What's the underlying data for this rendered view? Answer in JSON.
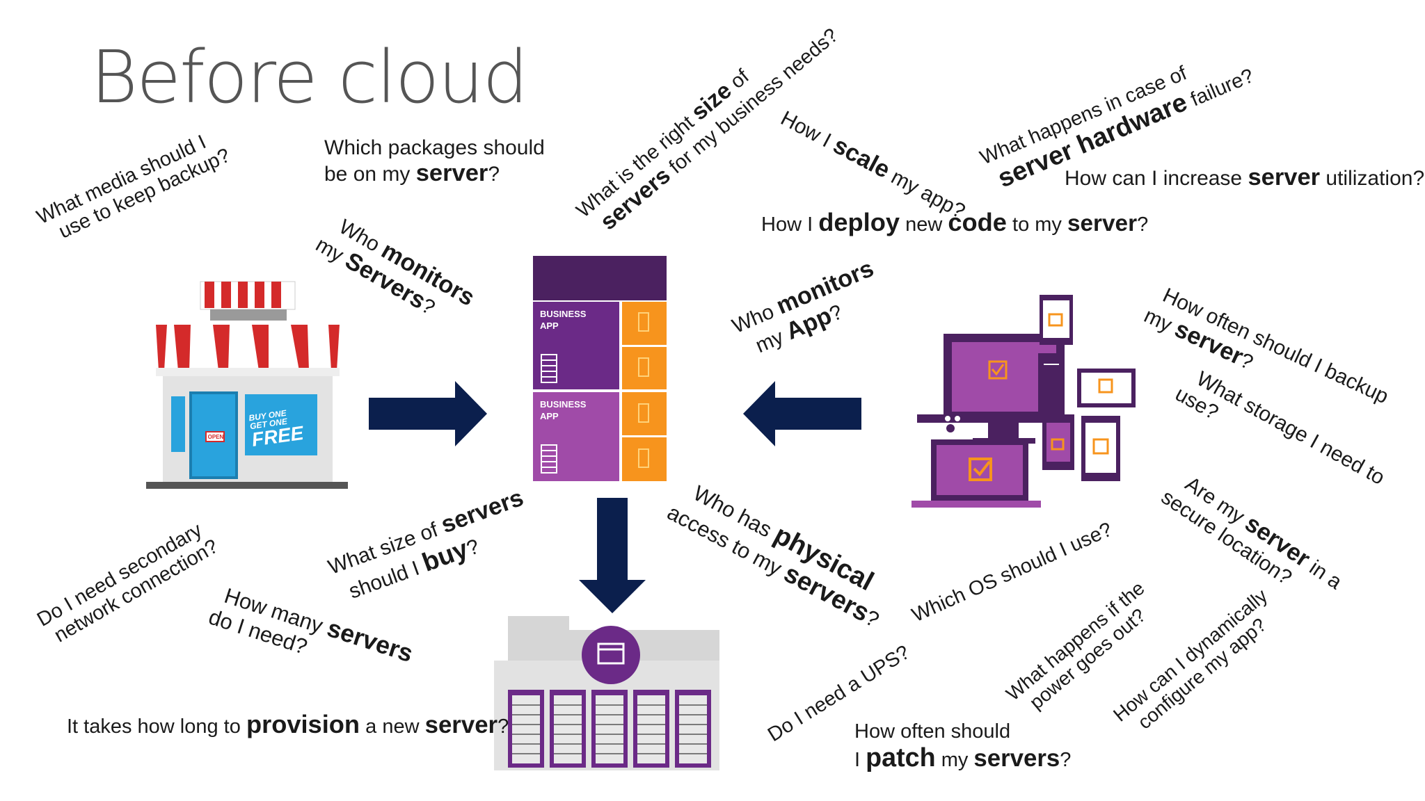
{
  "title": "Before cloud",
  "colors": {
    "navy": "#0b1f4d",
    "purple_dark": "#4b2160",
    "purple": "#6b2a87",
    "purple_light": "#a04ba8",
    "orange": "#f7941d",
    "awning_red": "#d42a2a",
    "store_blue": "#29a3dd"
  },
  "store_sign": {
    "line1": "BUY ONE",
    "line2": "GET ONE",
    "line3": "FREE",
    "door_sign": "OPEN"
  },
  "app_stack": {
    "block1_label_1": "BUSINESS",
    "block1_label_2": "APP",
    "block2_label_1": "BUSINESS",
    "block2_label_2": "APP"
  },
  "questions": {
    "media_backup": {
      "l1": "What media should I",
      "l2": "use to keep backup?"
    },
    "packages": {
      "l1": "Which packages should",
      "l2a": " be on my ",
      "l2b": "server",
      "l2c": "?"
    },
    "monitors_servers": {
      "a": "Who ",
      "b": "monitors",
      "c": "my ",
      "d": "Servers",
      "e": "?"
    },
    "right_size": {
      "a": "What is the right ",
      "b": "size",
      "c": " of",
      "d": "servers",
      "e": " for my business needs?"
    },
    "scale": {
      "a": "How I ",
      "b": "scale",
      "c": " my app?"
    },
    "hardware": {
      "a": "What happens in case of",
      "b": "server hardware",
      "c": " failure?"
    },
    "utilization": {
      "a": "How can I increase ",
      "b": "server",
      "c": " utilization?"
    },
    "deploy": {
      "a": "How I ",
      "b": "deploy",
      "c": " new ",
      "d": "code",
      "e": " to my ",
      "f": "server",
      "g": "?"
    },
    "monitors_app": {
      "a": "Who ",
      "b": "monitors",
      "c": "my ",
      "d": "App",
      "e": "?"
    },
    "backup_often": {
      "a": "How often should I backup",
      "b": "my ",
      "c": "server",
      "d": "?"
    },
    "storage": {
      "l1": "What storage I need to",
      "l2": "use?"
    },
    "secure": {
      "a": "Are my ",
      "b": "server",
      "c": " in a",
      "d": "secure location?"
    },
    "secondary": {
      "l1": "Do I need secondary",
      "l2": "network connection?"
    },
    "size_servers": {
      "a": "What size of ",
      "b": "servers",
      "c": "should I ",
      "d": "buy",
      "e": "?"
    },
    "physical": {
      "a": "Who has ",
      "b": "physical",
      "c": "access to my ",
      "d": "servers",
      "e": "?"
    },
    "os": {
      "l1": "Which OS should I use?"
    },
    "many_servers": {
      "a": "How many ",
      "b": "servers",
      "c": "do I need?"
    },
    "power": {
      "l1": "What happens if the",
      "l2": "power goes out?"
    },
    "dynamic": {
      "l1": "How can I dynamically",
      "l2": "configure my app?"
    },
    "ups": {
      "l1": "Do I need a UPS?"
    },
    "provision": {
      "a": "It takes how long to ",
      "b": "provision",
      "c": " a new ",
      "d": "server",
      "e": "?"
    },
    "patch": {
      "a": "How often should",
      "b": "I ",
      "c": "patch",
      "d": " my ",
      "e": "servers",
      "f": "?"
    }
  }
}
